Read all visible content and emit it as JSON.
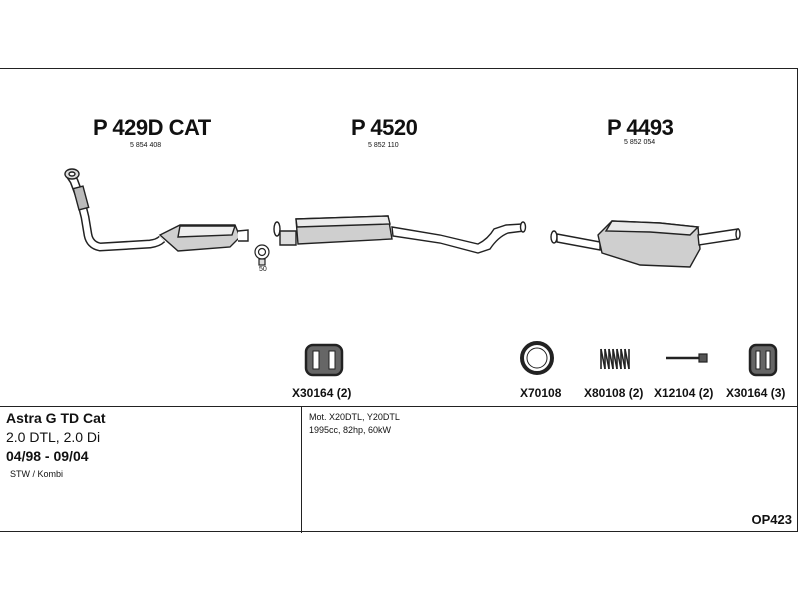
{
  "parts": [
    {
      "number": "P 429D CAT",
      "oe": "5 854 408",
      "icon": "catalytic-converter-pipe"
    },
    {
      "number": "P 4520",
      "oe": "5 852 110",
      "icon": "middle-silencer"
    },
    {
      "number": "P 4493",
      "oe": "5 852 054",
      "icon": "rear-silencer"
    }
  ],
  "clamp_label": "50",
  "accessories": [
    {
      "label": "X30164 (2)",
      "icon": "rubber-hanger"
    },
    {
      "label": "X70108",
      "icon": "sealing-ring"
    },
    {
      "label": "X80108 (2)",
      "icon": "spring"
    },
    {
      "label": "X12104 (2)",
      "icon": "bolt"
    },
    {
      "label": "X30164 (3)",
      "icon": "rubber-hanger"
    }
  ],
  "vehicle": {
    "model": "Astra G TD Cat",
    "engine": "2.0 DTL, 2.0 Di",
    "years": "04/98 - 09/04",
    "body": "STW / Kombi"
  },
  "motor": {
    "codes": "Mot. X20DTL, Y20DTL",
    "spec": "1995cc, 82hp, 60kW"
  },
  "diagram_code": "OP423"
}
